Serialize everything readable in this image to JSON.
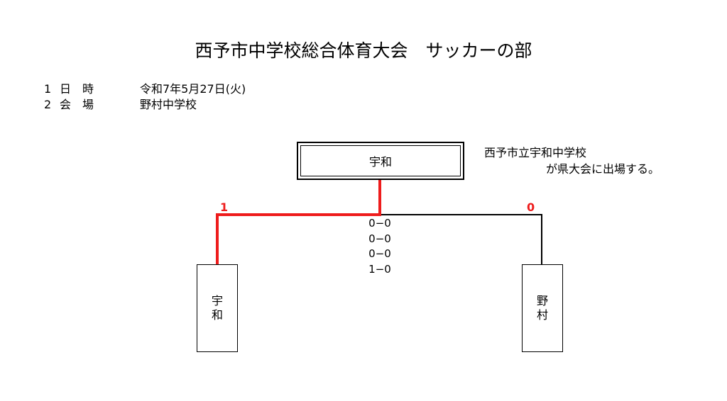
{
  "title": "西予市中学校総合体育大会　サッカーの部",
  "info": [
    {
      "num": "1",
      "label": "日　時",
      "value": "令和7年5月27日(火)"
    },
    {
      "num": "2",
      "label": "会　場",
      "value": "野村中学校"
    }
  ],
  "winner": {
    "name": "宇和",
    "note_line1": "西予市立宇和中学校",
    "note_line2": "が県大会に出場する。"
  },
  "teams": {
    "left": {
      "char1": "宇",
      "char2": "和",
      "score": "1"
    },
    "right": {
      "char1": "野",
      "char2": "村",
      "score": "0"
    }
  },
  "score_detail": [
    "0−0",
    "0−0",
    "0−0",
    "1−0"
  ],
  "colors": {
    "winner_line": "#ee1c1c",
    "score_text": "#ee1c1c",
    "line": "#000000"
  }
}
